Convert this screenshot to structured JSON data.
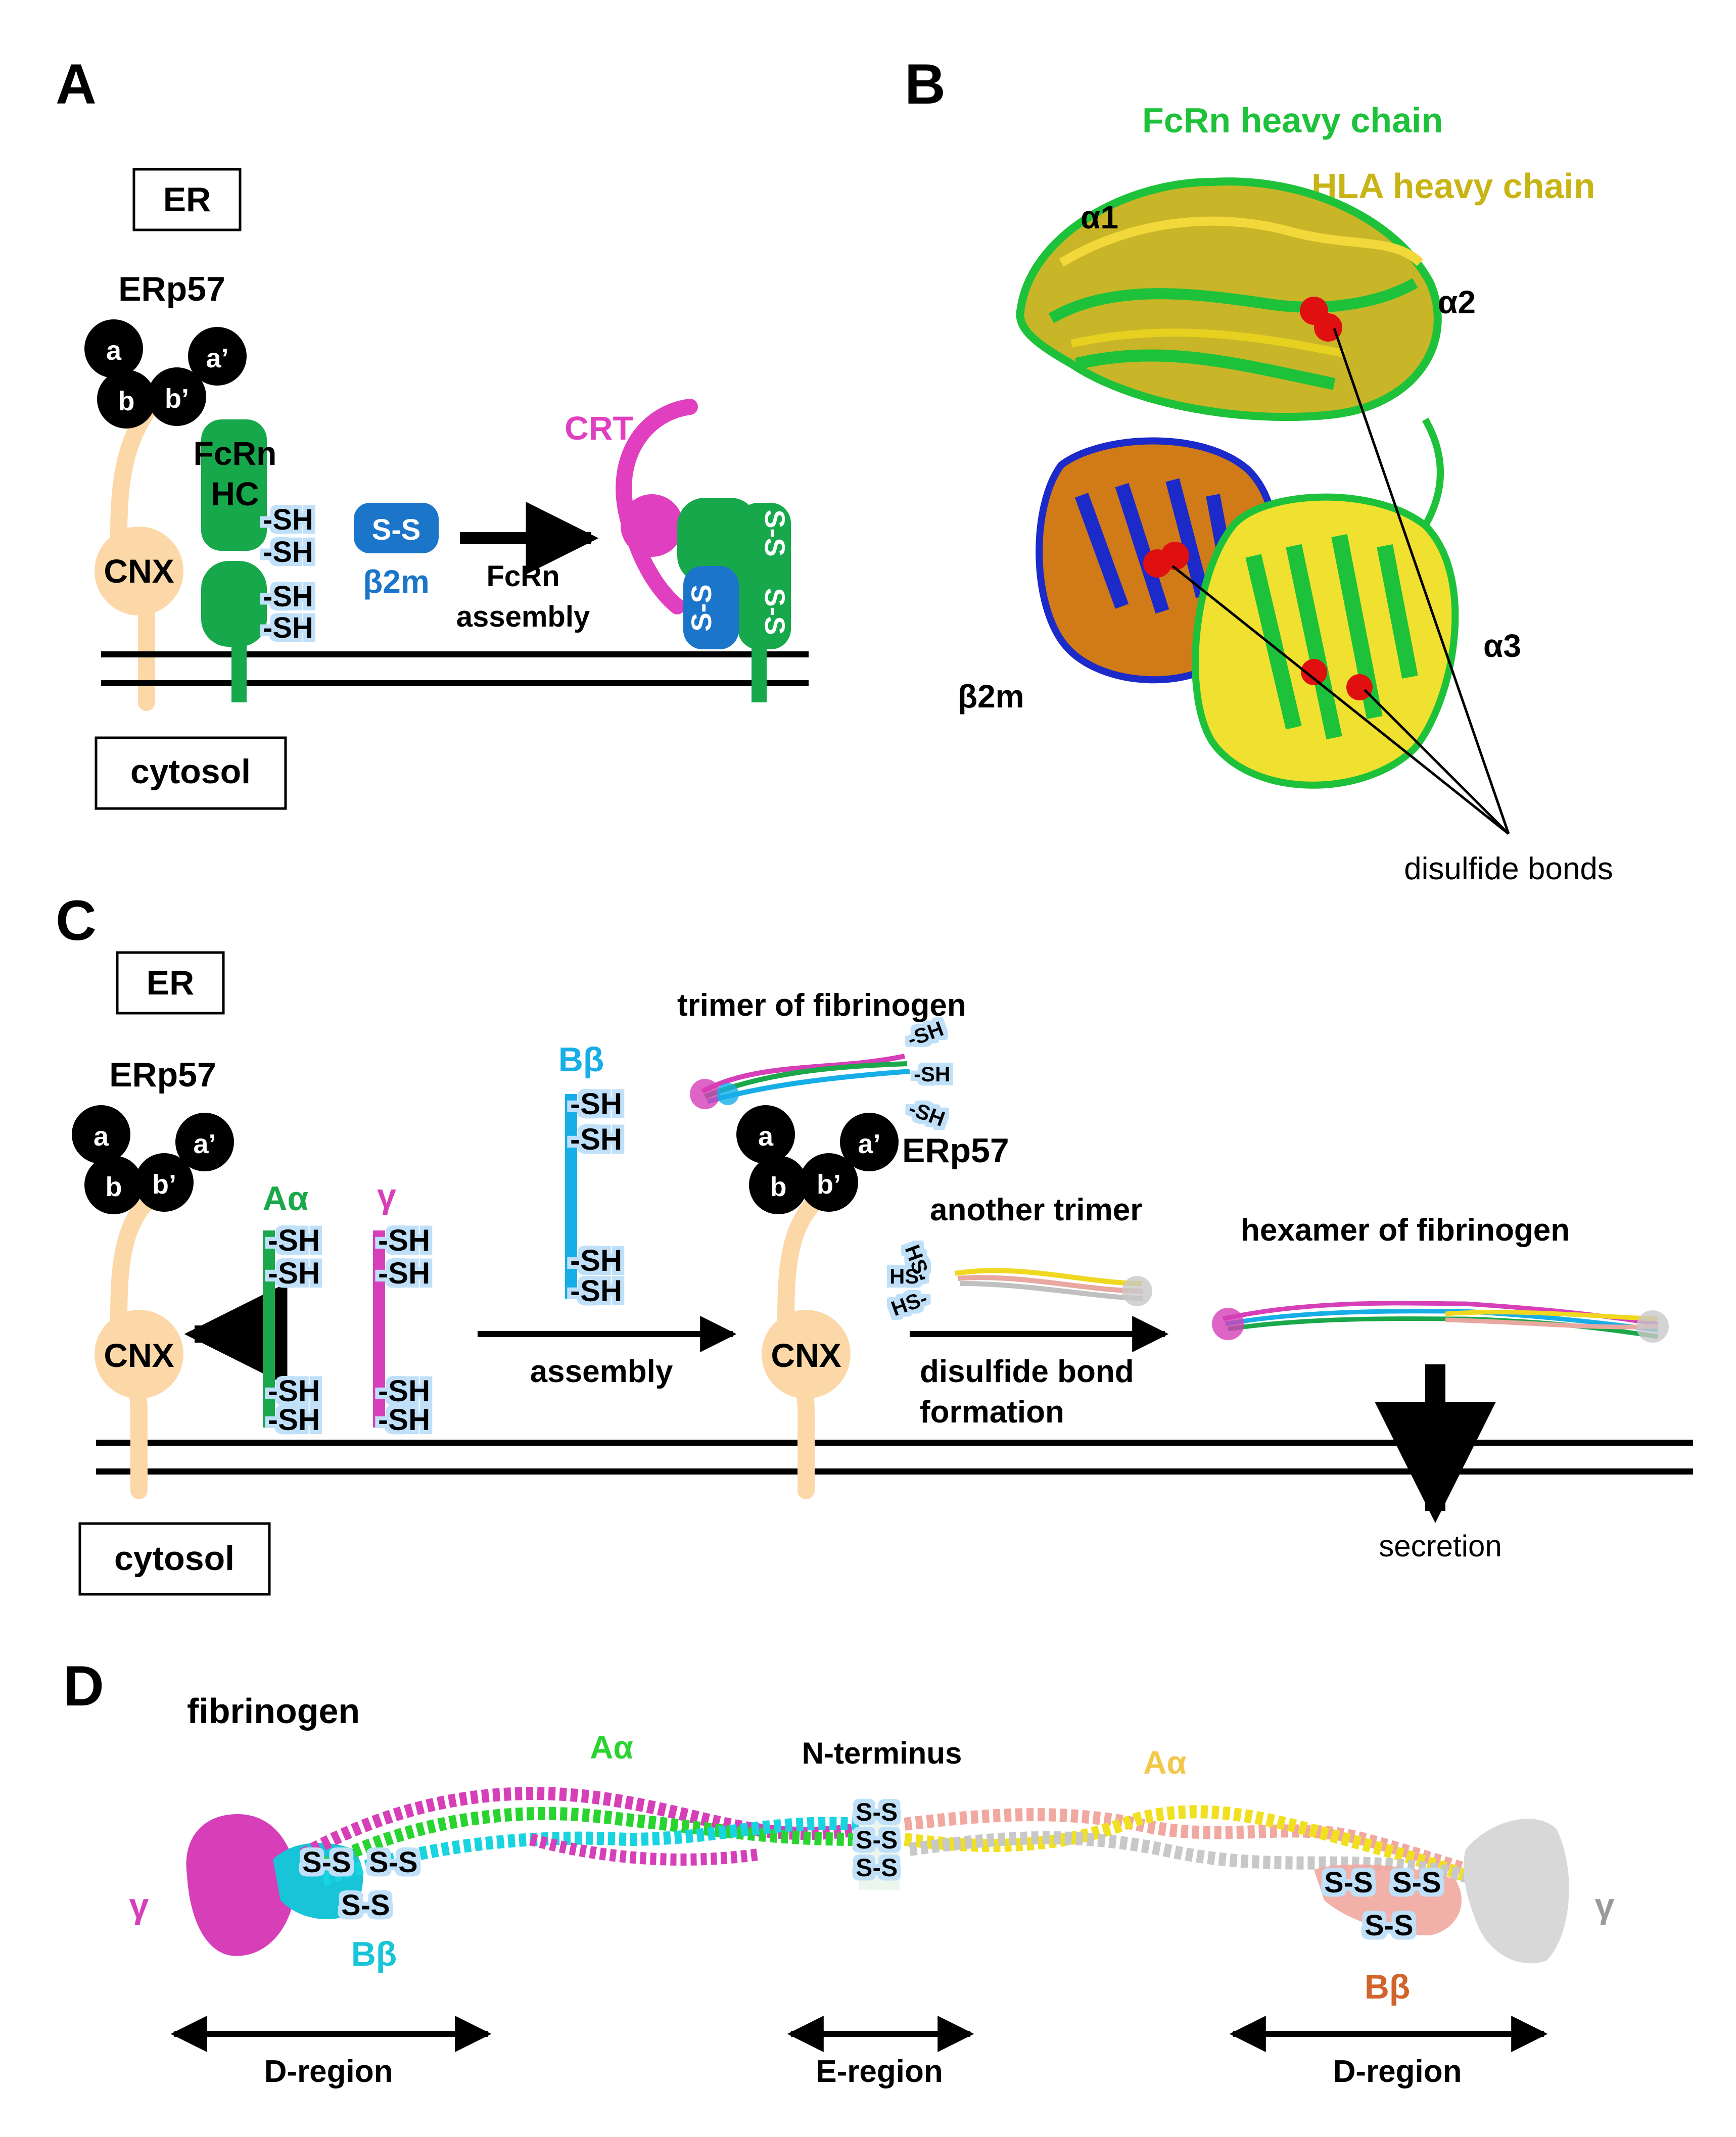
{
  "panel_a": {
    "letter": "A",
    "er": "ER",
    "cytosol": "cytosol",
    "erp57": "ERp57",
    "erp57_domains": [
      "a",
      "b",
      "b’",
      "a’"
    ],
    "cnx": "CNX",
    "fcrn": "FcRn",
    "hc": "HC",
    "sh": "-SH",
    "ss": "S-S",
    "b2m": "β2m",
    "step_line1": "FcRn",
    "step_line2": "assembly",
    "crt": "CRT"
  },
  "panel_b": {
    "letter": "B",
    "fcrn_heavy": "FcRn heavy chain",
    "hla_heavy": "HLA heavy chain",
    "alpha1": "α1",
    "alpha2": "α2",
    "alpha3": "α3",
    "b2m": "β2m",
    "disulfide": "disulfide bonds"
  },
  "panel_c": {
    "letter": "C",
    "er": "ER",
    "cytosol": "cytosol",
    "erp57": "ERp57",
    "erp57_domains": [
      "a",
      "b",
      "b’",
      "a’"
    ],
    "cnx": "CNX",
    "a_alpha": "Aα",
    "gamma": "γ",
    "b_beta": "Bβ",
    "sh": "-SH",
    "hs": "HS-",
    "assembly": "assembly",
    "trimer": "trimer of fibrinogen",
    "another_trimer": "another trimer",
    "hexamer": "hexamer of fibrinogen",
    "disulfide_line1": "disulfide bond",
    "disulfide_line2": "formation",
    "secretion": "secretion"
  },
  "panel_d": {
    "letter": "D",
    "title": "fibrinogen",
    "a_alpha_left": "Aα",
    "a_alpha_right": "Aα",
    "n_terminus": "N-terminus",
    "gamma_left": "γ",
    "gamma_right": "γ",
    "b_beta_left": "Bβ",
    "b_beta_right": "Bβ",
    "ss": "S-S",
    "d_region_left": "D-region",
    "e_region": "E-region",
    "d_region_right": "D-region"
  },
  "colors": {
    "cnx": "#fcd8a8",
    "fcrn": "#17a84b",
    "b2m": "#1b75c9",
    "crt": "#e040c0",
    "sh_halo": "#bfe0f8",
    "a_alpha": "#1aa84a",
    "gamma": "#d63fb8",
    "b_beta": "#17aee8",
    "fcrn_label": "#1ec23a",
    "hla_label": "#c8b414",
    "b_beta_right": "#d0642a",
    "a_alpha_right": "#f2c84a",
    "gamma_right": "#9a9a9a",
    "membrane": "#000000"
  }
}
